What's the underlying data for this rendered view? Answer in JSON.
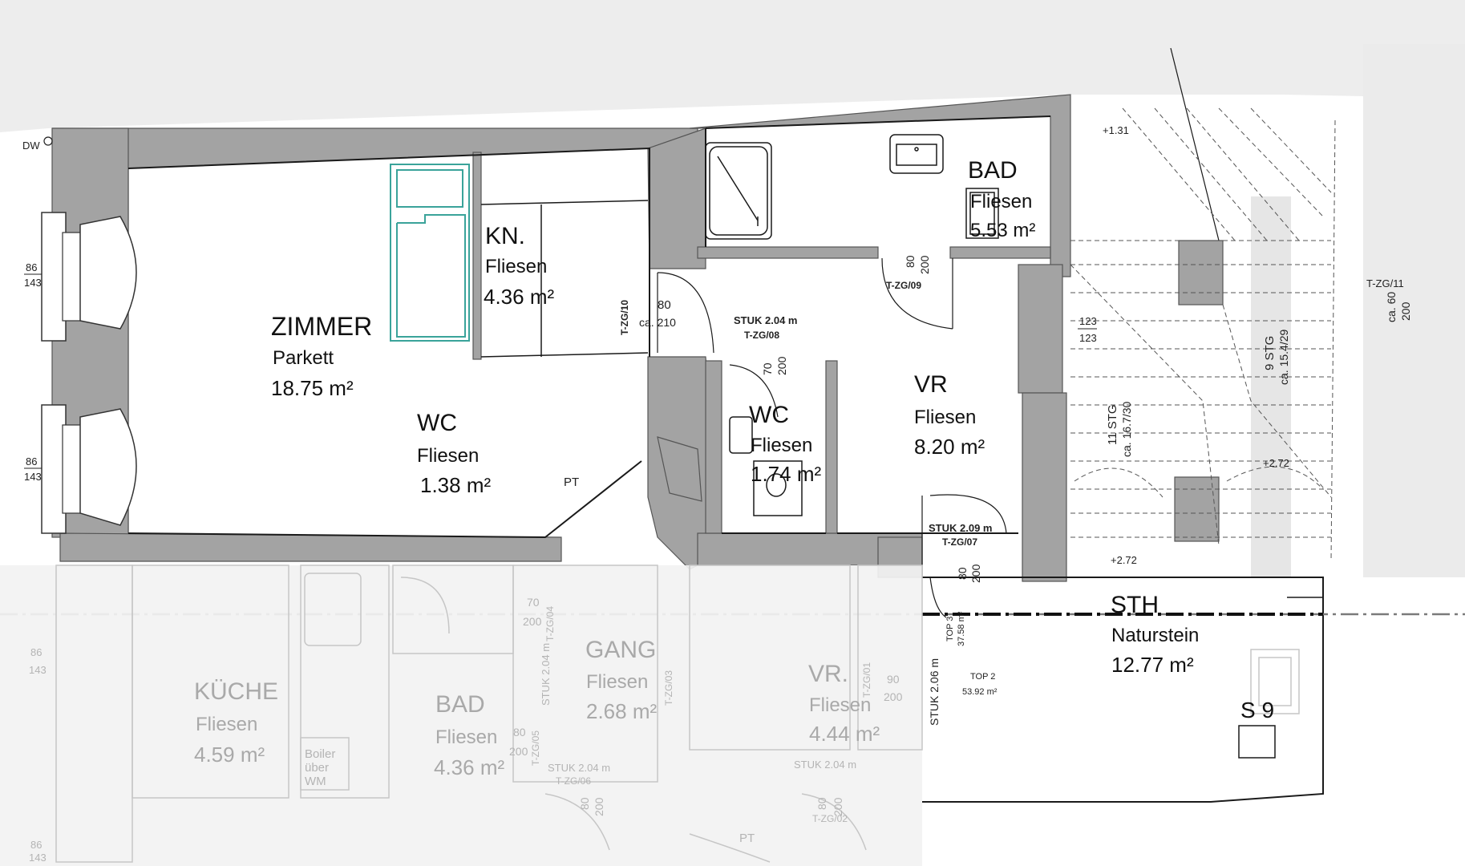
{
  "rooms": {
    "zimmer": {
      "name": "ZIMMER",
      "floor": "Parkett",
      "area": "18.75 m²"
    },
    "kn": {
      "name": "KN.",
      "floor": "Fliesen",
      "area": "4.36 m²"
    },
    "bad": {
      "name": "BAD",
      "floor": "Fliesen",
      "area": "5.53 m²"
    },
    "wc_left": {
      "name": "WC",
      "floor": "Fliesen",
      "area": "1.38 m²"
    },
    "wc_mid": {
      "name": "WC",
      "floor": "Fliesen",
      "area": "1.74 m²"
    },
    "vr": {
      "name": "VR",
      "floor": "Fliesen",
      "area": "8.20 m²"
    },
    "sth": {
      "name": "STH",
      "floor": "Naturstein",
      "area": "12.77 m²"
    }
  },
  "faded_rooms": {
    "kueche": {
      "name": "KÜCHE",
      "floor": "Fliesen",
      "area": "4.59 m²"
    },
    "bad2": {
      "name": "BAD",
      "floor": "Fliesen",
      "area": "4.36 m²"
    },
    "gang": {
      "name": "GANG",
      "floor": "Fliesen",
      "area": "2.68 m²"
    },
    "vr2": {
      "name": "VR.",
      "floor": "Fliesen",
      "area": "4.44 m²"
    },
    "boiler": [
      "Boiler",
      "über",
      "WM"
    ]
  },
  "annotations": {
    "dw": "DW",
    "window_1_top": "86",
    "window_1_bottom": "143",
    "window_2_top": "86",
    "window_2_bottom": "143",
    "door_kn_top": "80",
    "door_kn_bottom": "ca. 210",
    "tzg10": "T-ZG/10",
    "stuk_1": "STUK 2.04 m",
    "tzg08": "T-ZG/08",
    "door_wc_top": "70",
    "door_wc_bottom": "200",
    "door_bad_top": "80",
    "door_bad_bottom": "200",
    "tzg09": "T-ZG/09",
    "pt": "PT",
    "stuk_2": "STUK 2.09 m",
    "tzg07": "T-ZG/07",
    "door_sth_top": "80",
    "door_sth_bottom": "200",
    "win_vr_top": "123",
    "win_vr_bottom": "123",
    "stair_left_a": "11 STG",
    "stair_left_b": "ca. 16.7/30",
    "stair_right_a": "9 STG",
    "stair_right_b": "ca. 15.4/29",
    "level_1": "+1.31",
    "level_2": "+2.72",
    "level_3": "+2.72",
    "tzg11": "T-ZG/11",
    "door_r_top": "ca. 60",
    "door_r_bottom": "200",
    "top3": "TOP 3",
    "top3_area": "37.58 m²",
    "top2": "TOP 2",
    "top2_area": "53.92 m²",
    "stuk_3": "STUK 2.06 m",
    "s9": "S 9"
  },
  "faded_annotations": {
    "w3_top": "86",
    "w3_bottom": "143",
    "w4_top": "86",
    "w4_bottom": "143",
    "d1_top": "70",
    "d1_bottom": "200",
    "tzg04": "T-ZG/04",
    "stuk_4": "STUK 2.04 m",
    "tzg05": "T-ZG/05",
    "tzg03": "T-ZG/03",
    "d2_top": "80",
    "d2_bottom": "200",
    "stuk_5": "STUK 2.04 m",
    "tzg06": "T-ZG/06",
    "d3_top": "80",
    "d3_bottom": "200",
    "tzg01": "T-ZG/01",
    "d4_top": "90",
    "d4_bottom": "200",
    "stuk_6": "STUK 2.04 m",
    "d5_top": "80",
    "d5_bottom": "200",
    "tzg02": "T-ZG/02",
    "pt2": "PT"
  },
  "colors": {
    "wall": "#a3a3a3",
    "wall_dark": "#8f8f8f",
    "line": "#1a1a1a",
    "faded_line": "#bdbdbd",
    "bed": "#3aa39a",
    "background_gray": "#ececec",
    "faded_overlay": "#f4f4f4"
  }
}
